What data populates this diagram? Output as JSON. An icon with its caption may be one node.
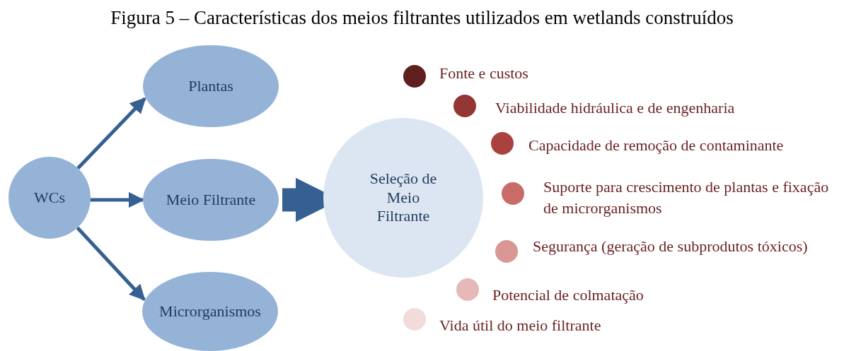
{
  "diagram": {
    "title": "Figura 5 – Características dos meios filtrantes utilizados em wetlands construídos",
    "nodes": [
      {
        "text": [
          "WCs"
        ]
      },
      {
        "text": [
          "Plantas"
        ]
      },
      {
        "text": [
          "Meio Filtrante"
        ]
      },
      {
        "text": [
          "Microrganismos"
        ]
      },
      {
        "text": [
          "Seleção de Meio Filtrante"
        ]
      }
    ],
    "edges": [
      {
        "from": 0,
        "to": 1,
        "arrow": "to"
      },
      {
        "from": 0,
        "to": 2,
        "arrow": "to"
      },
      {
        "from": 0,
        "to": 3,
        "arrow": "to"
      },
      {
        "from": 2,
        "to": 4,
        "arrow": "to",
        "style": "thick"
      }
    ],
    "labels": [
      "Fonte e custos",
      "Viabilidade hidráulica e de engenharia",
      "Capacidade de remoção de contaminante",
      "Suporte para crescimento de plantas e fixação de microrganismos",
      "Segurança (geração de subprodutos tóxicos)",
      "Potencial de colmatação",
      "Vida útil do meio filtrante"
    ]
  }
}
